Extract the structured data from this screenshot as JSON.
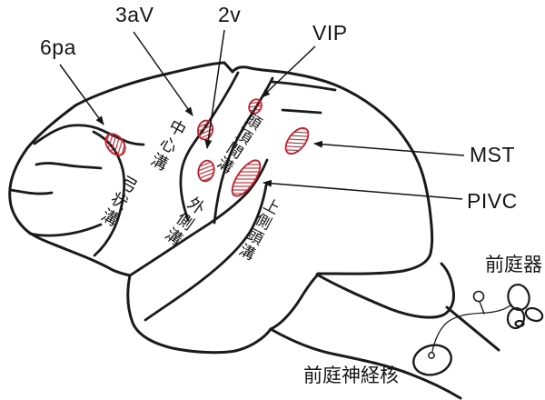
{
  "diagram": {
    "description": "Schematic lateral view of a monkey brain showing vestibular-related cortical areas (red hatched ellipses), labeled sulci, and the peripheral vestibular organ connected to the vestibular nuclei in the brainstem.",
    "cortical_areas": [
      {
        "id": "6pa",
        "label": "6pa"
      },
      {
        "id": "3aV",
        "label": "3aV"
      },
      {
        "id": "2v",
        "label": "2v"
      },
      {
        "id": "VIP",
        "label": "VIP"
      },
      {
        "id": "MST",
        "label": "MST"
      },
      {
        "id": "PIVC",
        "label": "PIVC"
      }
    ],
    "sulci": [
      {
        "id": "arcuate",
        "label": "弓状溝"
      },
      {
        "id": "central",
        "label": "中心溝"
      },
      {
        "id": "intraparietal",
        "label": "頭頂間溝"
      },
      {
        "id": "lateral",
        "label": "外側溝"
      },
      {
        "id": "superior_temporal",
        "label": "上側頭溝"
      }
    ],
    "peripheral_structures": [
      {
        "id": "vestibular_organ",
        "label": "前庭器"
      },
      {
        "id": "vestibular_nuclei",
        "label": "前庭神経核"
      }
    ],
    "colors": {
      "line": "#1a1a1a",
      "highlight_red": "#c5202a",
      "background": "#ffffff"
    }
  }
}
